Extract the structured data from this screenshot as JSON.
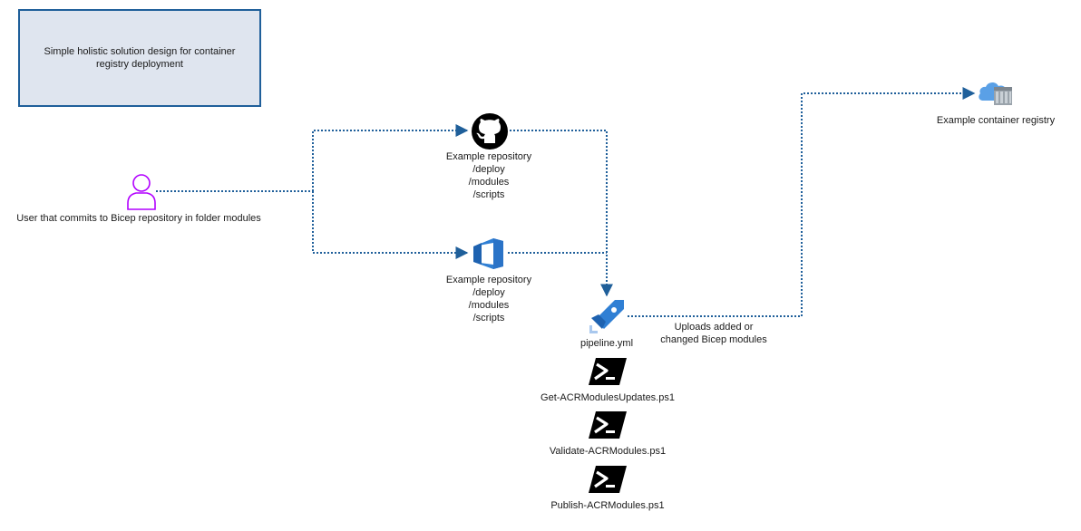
{
  "title_box": {
    "text": "Simple holistic solution design for container registry deployment"
  },
  "user": {
    "label": "User that commits to Bicep repository in folder modules",
    "icon": "user-icon",
    "color": "#b200ff"
  },
  "github_repo": {
    "icon": "github-icon",
    "lines": [
      "Example repository",
      "/deploy",
      "/modules",
      "/scripts"
    ]
  },
  "azure_repo": {
    "icon": "azure-repos-icon",
    "lines": [
      "Example repository",
      "/deploy",
      "/modules",
      "/scripts"
    ]
  },
  "pipeline": {
    "icon": "azure-pipelines-icon",
    "label": "pipeline.yml"
  },
  "upload_edge": {
    "lines": [
      "Uploads added or",
      "changed Bicep modules"
    ]
  },
  "registry": {
    "icon": "container-registry-icon",
    "label": "Example container registry"
  },
  "scripts": [
    {
      "icon": "powershell-icon",
      "label": "Get-ACRModulesUpdates.ps1"
    },
    {
      "icon": "powershell-icon",
      "label": "Validate-ACRModules.ps1"
    },
    {
      "icon": "powershell-icon",
      "label": "Publish-ACRModules.ps1"
    }
  ],
  "colors": {
    "connector": "#1f5f9a",
    "azure_blue": "#2f7fd4",
    "title_fill": "#dfe5ef"
  }
}
